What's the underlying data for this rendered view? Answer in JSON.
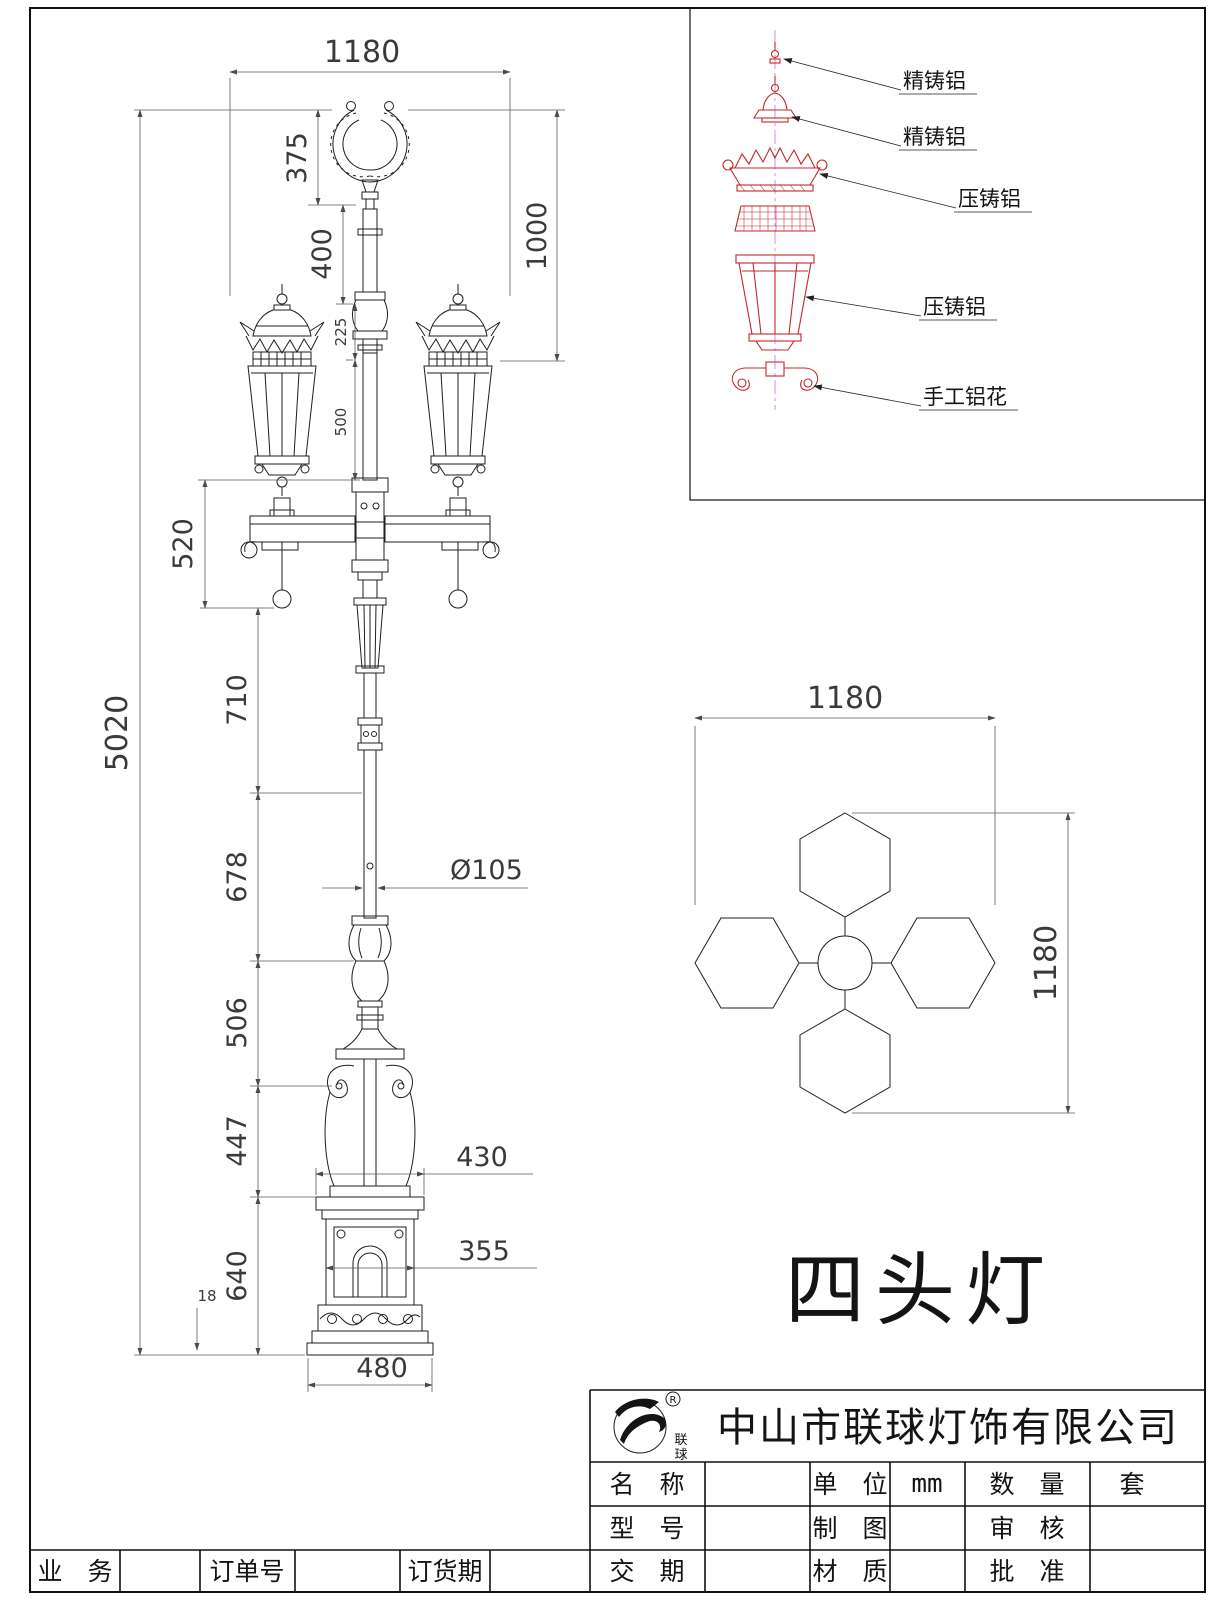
{
  "product": {
    "title": "四头灯"
  },
  "front_view": {
    "dimensions": {
      "arm_span": "1180",
      "finial_height": "375",
      "upper_section": "400",
      "lantern_drop": "1000",
      "collar": "225",
      "upper_pole": "500",
      "arm_section": "520",
      "mid_section_1": "710",
      "mid_section_2": "678",
      "vase_section": "506",
      "bracket_section": "447",
      "base_height": "640",
      "total_height": "5020",
      "pole_diameter": "Ø105",
      "base_cap_width": "430",
      "base_body_width": "355",
      "base_width": "480",
      "plinth": "18"
    }
  },
  "parts_view": {
    "callouts": [
      {
        "label": "精铸铝"
      },
      {
        "label": "精铸铝"
      },
      {
        "label": "压铸铝"
      },
      {
        "label": "压铸铝"
      },
      {
        "label": "手工铝花"
      }
    ]
  },
  "plan_view": {
    "width": "1180",
    "height": "1180"
  },
  "title_block": {
    "company": "中山市联球灯饰有限公司",
    "logo": {
      "char_top": "联",
      "char_bottom": "球",
      "reg_mark": "R"
    },
    "labels": {
      "name": "名　称",
      "unit": "单　位",
      "quantity": "数　量",
      "model": "型　号",
      "drafted": "制　图",
      "checked": "审　核",
      "business": "业　务",
      "order_no": "订单号",
      "order_period": "订货期",
      "delivery": "交　期",
      "material": "材　质",
      "approved": "批　准"
    },
    "values": {
      "unit": "mm",
      "quantity": "套"
    }
  }
}
